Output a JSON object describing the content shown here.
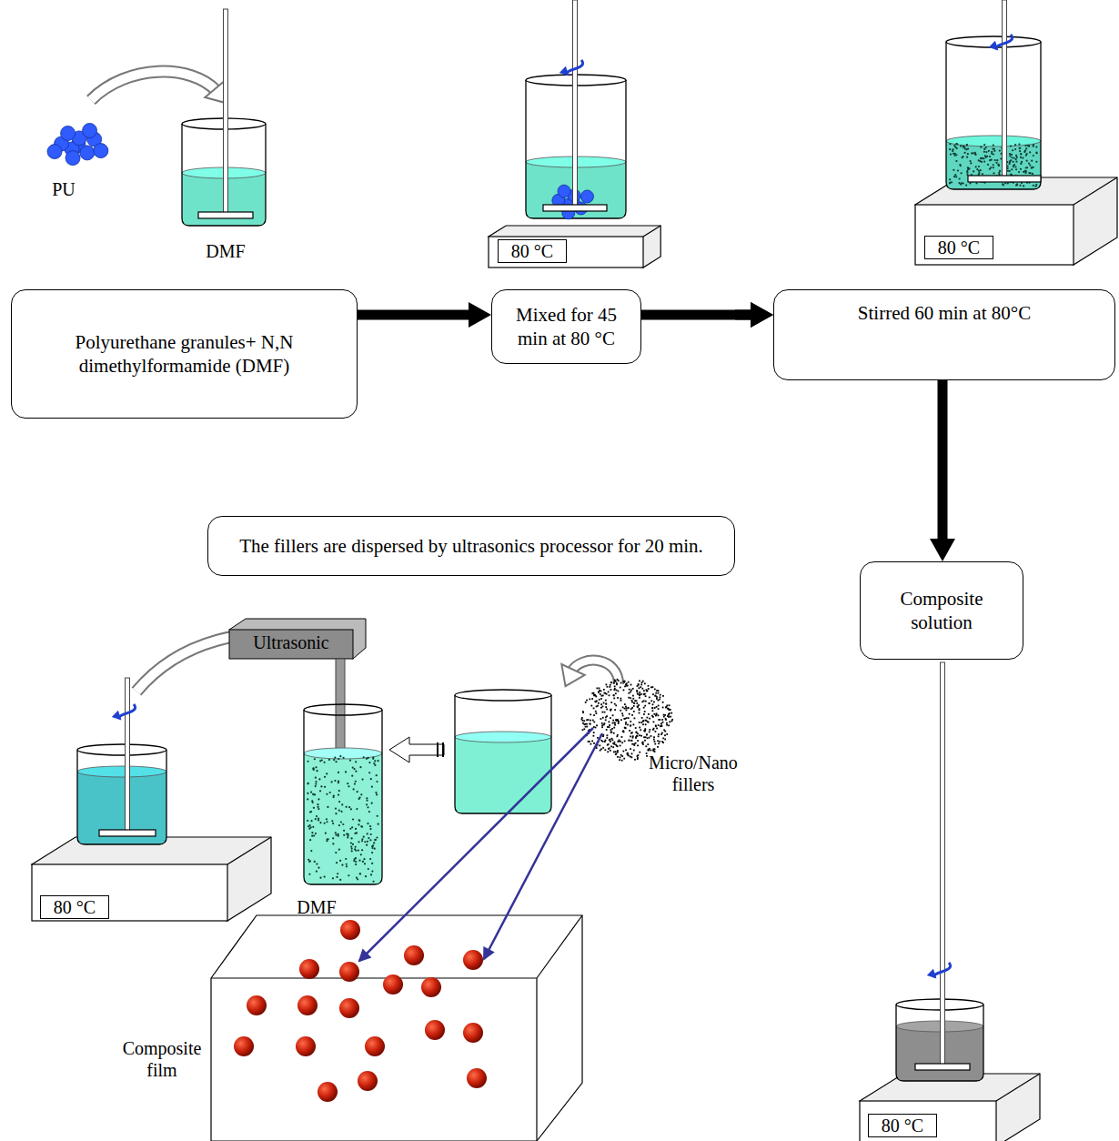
{
  "diagram": {
    "nodes": [
      {
        "text": [
          "Polyurethane granules+ N,N dimethylformamide (DMF)"
        ]
      },
      {
        "text": [
          "Mixed for 45 min at 80 °C"
        ]
      },
      {
        "text": [
          "Stirred 60 min at 80°C"
        ]
      },
      {
        "text": [
          "The fillers are dispersed by ultrasonics processor for 20 min."
        ]
      },
      {
        "text": [
          "Composite solution"
        ]
      }
    ],
    "edges": [
      {
        "from": 0,
        "to": 1,
        "arrow": "to"
      },
      {
        "from": 1,
        "to": 2,
        "arrow": "to"
      },
      {
        "from": 3,
        "to": 2,
        "arrow": "to"
      },
      {
        "from": 2,
        "to": 4,
        "arrow": "to"
      }
    ],
    "labels": [
      "PU",
      "DMF",
      "80 °C",
      "80 °C",
      "Ultrasonic",
      "DMF",
      "Micro/Nano fillers",
      "80 °C",
      "Composite film",
      "80 °C"
    ]
  }
}
